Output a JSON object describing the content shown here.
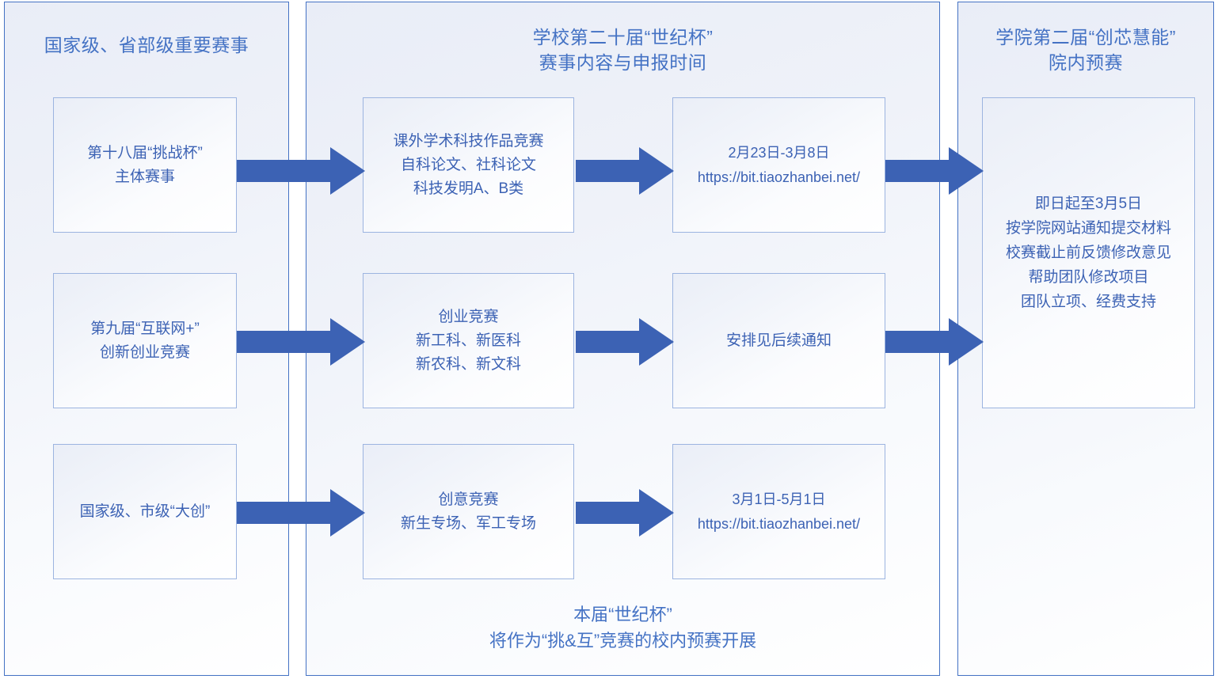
{
  "colors": {
    "panel_border": "#4472c4",
    "box_border": "#9cb4e0",
    "text_blue": "#3c62b4",
    "title_blue": "#4472c4",
    "arrow_fill": "#3c62b4"
  },
  "panels": {
    "left": {
      "title": "国家级、省部级重要赛事"
    },
    "middle": {
      "title": "学校第二十届“世纪杯”\n赛事内容与申报时间"
    },
    "right": {
      "title": "学院第二届“创芯慧能”\n院内预赛"
    }
  },
  "nodes": {
    "a1": "第十八届“挑战杯”\n主体赛事",
    "a2": "第九届“互联网+”\n创新创业竞赛",
    "a3": "国家级、市级“大创”",
    "b1": "课外学术科技作品竞赛\n自科论文、社科论文\n科技发明A、B类",
    "b2": "创业竞赛\n新工科、新医科\n新农科、新文科",
    "b3": "创意竞赛\n新生专场、军工专场",
    "c1": "2月23日-3月8日\nhttps://bit.tiaozhanbei.net/",
    "c2": "安排见后续通知",
    "c3": "3月1日-5月1日\nhttps://bit.tiaozhanbei.net/",
    "d1": "即日起至3月5日\n按学院网站通知提交材料\n校赛截止前反馈修改意见\n帮助团队修改项目\n团队立项、经费支持"
  },
  "footer_note": "本届“世纪杯”\n将作为“挑&互”竞赛的校内预赛开展"
}
